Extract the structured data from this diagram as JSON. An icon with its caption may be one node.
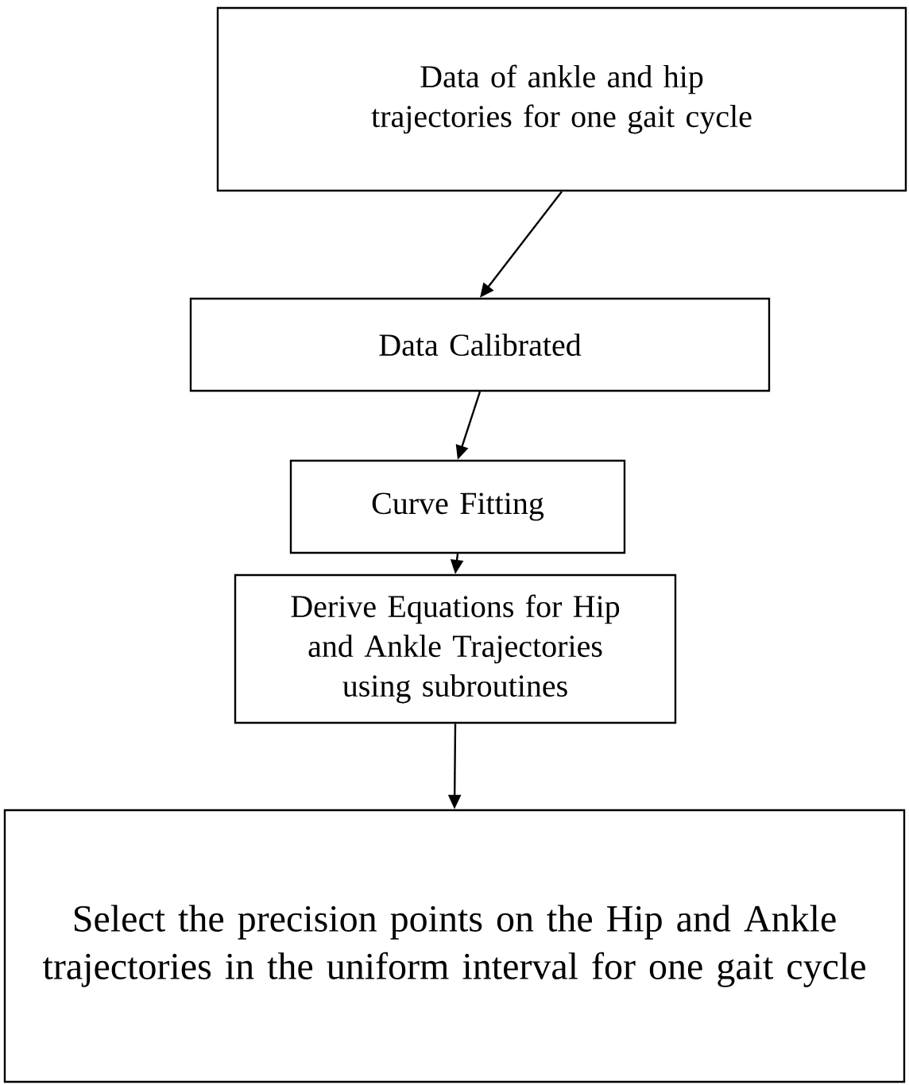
{
  "diagram": {
    "nodes": [
      {
        "text": [
          "Data of ankle and hip trajectories for one gait cycle"
        ]
      },
      {
        "text": [
          "Data Calibrated"
        ]
      },
      {
        "text": [
          "Curve Fitting"
        ]
      },
      {
        "text": [
          "Derive Equations for Hip and Ankle Trajectories using subroutines"
        ]
      },
      {
        "text": [
          "Select the precision points on the Hip and Ankle trajectories in the uniform interval for one gait cycle"
        ]
      }
    ],
    "edges": [
      {
        "from": 0,
        "to": 1,
        "arrow": "to"
      },
      {
        "from": 1,
        "to": 2,
        "arrow": "to"
      },
      {
        "from": 2,
        "to": 3,
        "arrow": "to"
      },
      {
        "from": 3,
        "to": 4,
        "arrow": "to"
      }
    ]
  }
}
